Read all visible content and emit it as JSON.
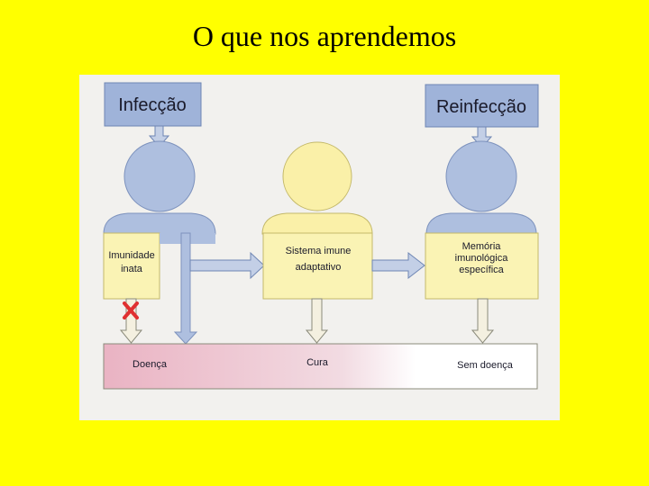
{
  "title": "O que nos aprendemos",
  "diagram": {
    "infection_label": "Infecção",
    "reinfection_label": "Reinfecção",
    "innate_line1": "Imunidade",
    "innate_line2": "inata",
    "adaptive_line1": "Sistema imune",
    "adaptive_line2": "adaptativo",
    "memory_line1": "Memória",
    "memory_line2": "imunológica",
    "memory_line3": "específica",
    "outcome_disease": "Doença",
    "outcome_cure": "Cura",
    "outcome_no_disease": "Sem doença"
  },
  "colors": {
    "background": "#ffff00",
    "blue_box": "#9fb3d9",
    "person_blue": "#aebfdf",
    "person_yellow": "#faf0a8",
    "cream_box": "#faf3b4",
    "disease_pink": "#ebbac6",
    "block_red": "#e03030"
  }
}
